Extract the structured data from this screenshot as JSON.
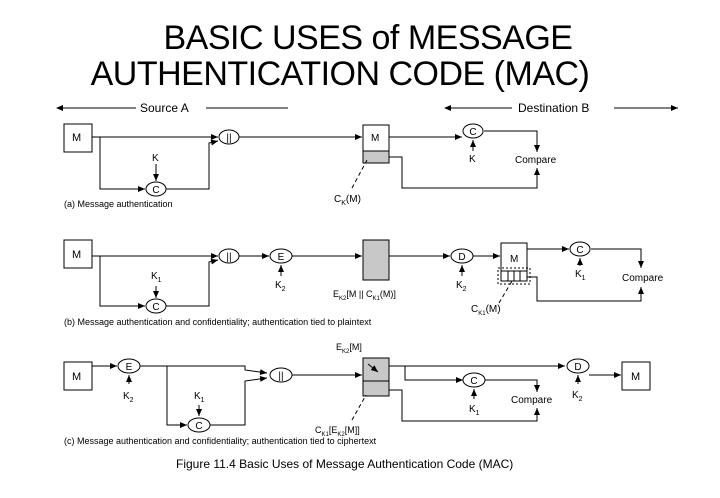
{
  "slide": {
    "title_line1": "BASIC USES of MESSAGE",
    "title_line2": "AUTHENTICATION CODE (MAC)"
  },
  "figure": {
    "source_label": "Source A",
    "destination_label": "Destination B",
    "caption": "Figure 11.4  Basic Uses of Message Authentication Code (MAC)",
    "a": {
      "caption": "(a) Message authentication",
      "m": "M",
      "c": "C",
      "concat": "||",
      "k": "K",
      "tx_m": "M",
      "tag": "C",
      "tag_sub": "K",
      "tag_arg": "(M)",
      "rx_c": "C",
      "rx_k": "K",
      "compare": "Compare"
    },
    "b": {
      "caption": "(b) Message authentication and confidentiality; authentication tied to plaintext",
      "m": "M",
      "c": "C",
      "concat": "||",
      "k1": "K",
      "k1_sub": "1",
      "e": "E",
      "k2": "K",
      "k2_sub": "2",
      "tx_e": "E",
      "tx_e_sub": "K2",
      "tx_body": "[M || C",
      "tx_body_sub": "K1",
      "tx_body_end": "(M)]",
      "d": "D",
      "d_k": "K",
      "d_k_sub": "2",
      "rx_m": "M",
      "rx_c": "C",
      "rx_k": "K",
      "rx_k_sub": "1",
      "tag": "C",
      "tag_sub": "K1",
      "tag_arg": "(M)",
      "compare": "Compare"
    },
    "c": {
      "caption": "(c) Message authentication and confidentiality; authentication tied to ciphertext",
      "m": "M",
      "e": "E",
      "k2": "K",
      "k2_sub": "2",
      "c": "C",
      "k1": "K",
      "k1_sub": "1",
      "concat": "||",
      "top_e": "E",
      "top_e_sub": "K2",
      "top_arg": "[M]",
      "bottom_c": "C",
      "bottom_c_sub": "K1",
      "bottom_arg_open": "[E",
      "bottom_arg_sub": "K2",
      "bottom_arg_close": "[M]]",
      "rx_c": "C",
      "rx_k": "K",
      "rx_k_sub": "1",
      "compare": "Compare",
      "d": "D",
      "d_k": "K",
      "d_k_sub": "2",
      "out_m": "M"
    }
  },
  "colors": {
    "shaded": "#c8c8c8",
    "line": "#000000",
    "background": "#ffffff"
  }
}
